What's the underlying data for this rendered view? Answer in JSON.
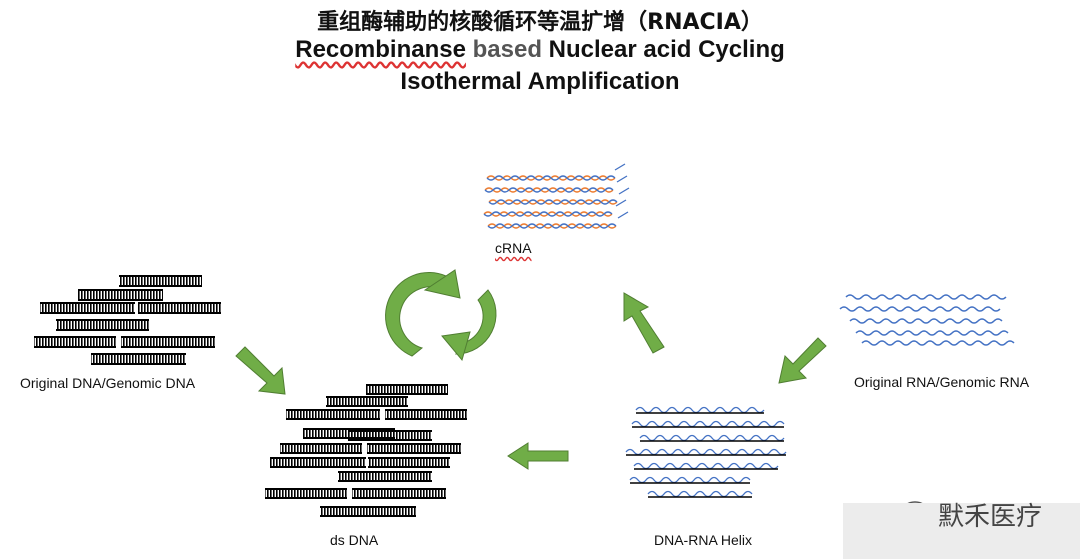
{
  "title": {
    "zh": "重组酶辅助的核酸循环等温扩增（RNACIA）",
    "en_line1_word1": "Recombinanse",
    "en_line1_word2": "based",
    "en_line1_rest": "Nuclear acid Cycling",
    "en_line2": "Isothermal Amplification"
  },
  "labels": {
    "crna": "cRNA",
    "original_dna": "Original DNA/Genomic DNA",
    "original_rna": "Original RNA/Genomic RNA",
    "ds_dna": "ds DNA",
    "dna_rna_helix": "DNA-RNA Helix"
  },
  "watermark": {
    "text": "默禾医疗",
    "icon": "wechat-icon"
  },
  "colors": {
    "arrow_green": "#70AD47",
    "arrow_outline": "#507E32",
    "rna_orange": "#ED7D31",
    "rna_blue": "#4472C4",
    "dna_black": "#000000"
  }
}
